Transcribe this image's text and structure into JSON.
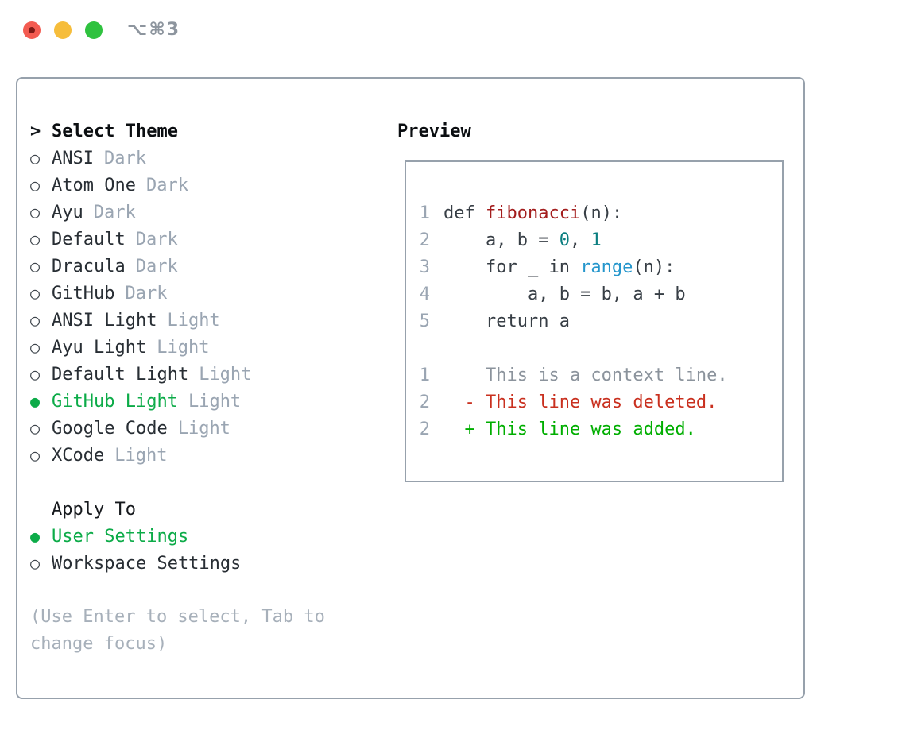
{
  "window": {
    "title": "⌥⌘3",
    "traffic_lights": [
      {
        "name": "close"
      },
      {
        "name": "minimize"
      },
      {
        "name": "zoom"
      }
    ]
  },
  "panel": {
    "icons": {
      "header_marker": ">",
      "radio_unselected": "○",
      "radio_selected": "●"
    },
    "select_theme_title": "Select Theme",
    "themes": [
      {
        "name": "ANSI",
        "variant": "Dark",
        "selected": false
      },
      {
        "name": "Atom One",
        "variant": "Dark",
        "selected": false
      },
      {
        "name": "Ayu",
        "variant": "Dark",
        "selected": false
      },
      {
        "name": "Default",
        "variant": "Dark",
        "selected": false
      },
      {
        "name": "Dracula",
        "variant": "Dark",
        "selected": false
      },
      {
        "name": "GitHub",
        "variant": "Dark",
        "selected": false
      },
      {
        "name": "ANSI Light",
        "variant": "Light",
        "selected": false
      },
      {
        "name": "Ayu Light",
        "variant": "Light",
        "selected": false
      },
      {
        "name": "Default Light",
        "variant": "Light",
        "selected": false
      },
      {
        "name": "GitHub Light",
        "variant": "Light",
        "selected": true
      },
      {
        "name": "Google Code",
        "variant": "Light",
        "selected": false
      },
      {
        "name": "XCode",
        "variant": "Light",
        "selected": false
      }
    ],
    "apply_to_title": "Apply To",
    "apply_options": [
      {
        "name": "User Settings",
        "selected": true
      },
      {
        "name": "Workspace Settings",
        "selected": false
      }
    ],
    "hint": "(Use Enter to select, Tab to change focus)"
  },
  "preview": {
    "title": "Preview",
    "lines": [
      {
        "num": "1",
        "tokens": [
          {
            "t": "def ",
            "s": "code"
          },
          {
            "t": "fibonacci",
            "s": "title"
          },
          {
            "t": "(n):",
            "s": "code"
          }
        ]
      },
      {
        "num": "2",
        "tokens": [
          {
            "t": "    a, b = ",
            "s": "code"
          },
          {
            "t": "0",
            "s": "number"
          },
          {
            "t": ", ",
            "s": "code"
          },
          {
            "t": "1",
            "s": "number"
          }
        ]
      },
      {
        "num": "3",
        "tokens": [
          {
            "t": "    for _ in ",
            "s": "code"
          },
          {
            "t": "range",
            "s": "builtin"
          },
          {
            "t": "(n):",
            "s": "code"
          }
        ]
      },
      {
        "num": "4",
        "tokens": [
          {
            "t": "        a, b = b, a + b",
            "s": "code"
          }
        ]
      },
      {
        "num": "5",
        "tokens": [
          {
            "t": "    return a",
            "s": "code"
          }
        ]
      },
      {
        "num": "",
        "tokens": []
      },
      {
        "num": "1",
        "tokens": [
          {
            "t": "    This is a context line.",
            "s": "context"
          }
        ]
      },
      {
        "num": "2",
        "tokens": [
          {
            "t": "  - This line was deleted.",
            "s": "deleted"
          }
        ]
      },
      {
        "num": "2",
        "tokens": [
          {
            "t": "  + This line was added.",
            "s": "added"
          }
        ]
      }
    ]
  },
  "colors": {
    "accent_green": "#0cab48",
    "border_grey": "#97a1ac",
    "name_dark": "#282e34",
    "variant_grey": "#9aa5b2",
    "hint_grey": "#a7b0ba",
    "code_dark": "#373e45",
    "line_number_grey": "#9aa5b2",
    "token_title_red": "#a31d1d",
    "token_number_teal": "#0b7e80",
    "token_builtin_blue": "#2596cc",
    "diff_context_grey": "#8b939c",
    "diff_deleted_red": "#c9301f",
    "diff_added_green": "#00ae00",
    "traffic_red": "#f35b51",
    "traffic_yellow": "#f6bd3b",
    "traffic_green": "#2fc23f"
  }
}
